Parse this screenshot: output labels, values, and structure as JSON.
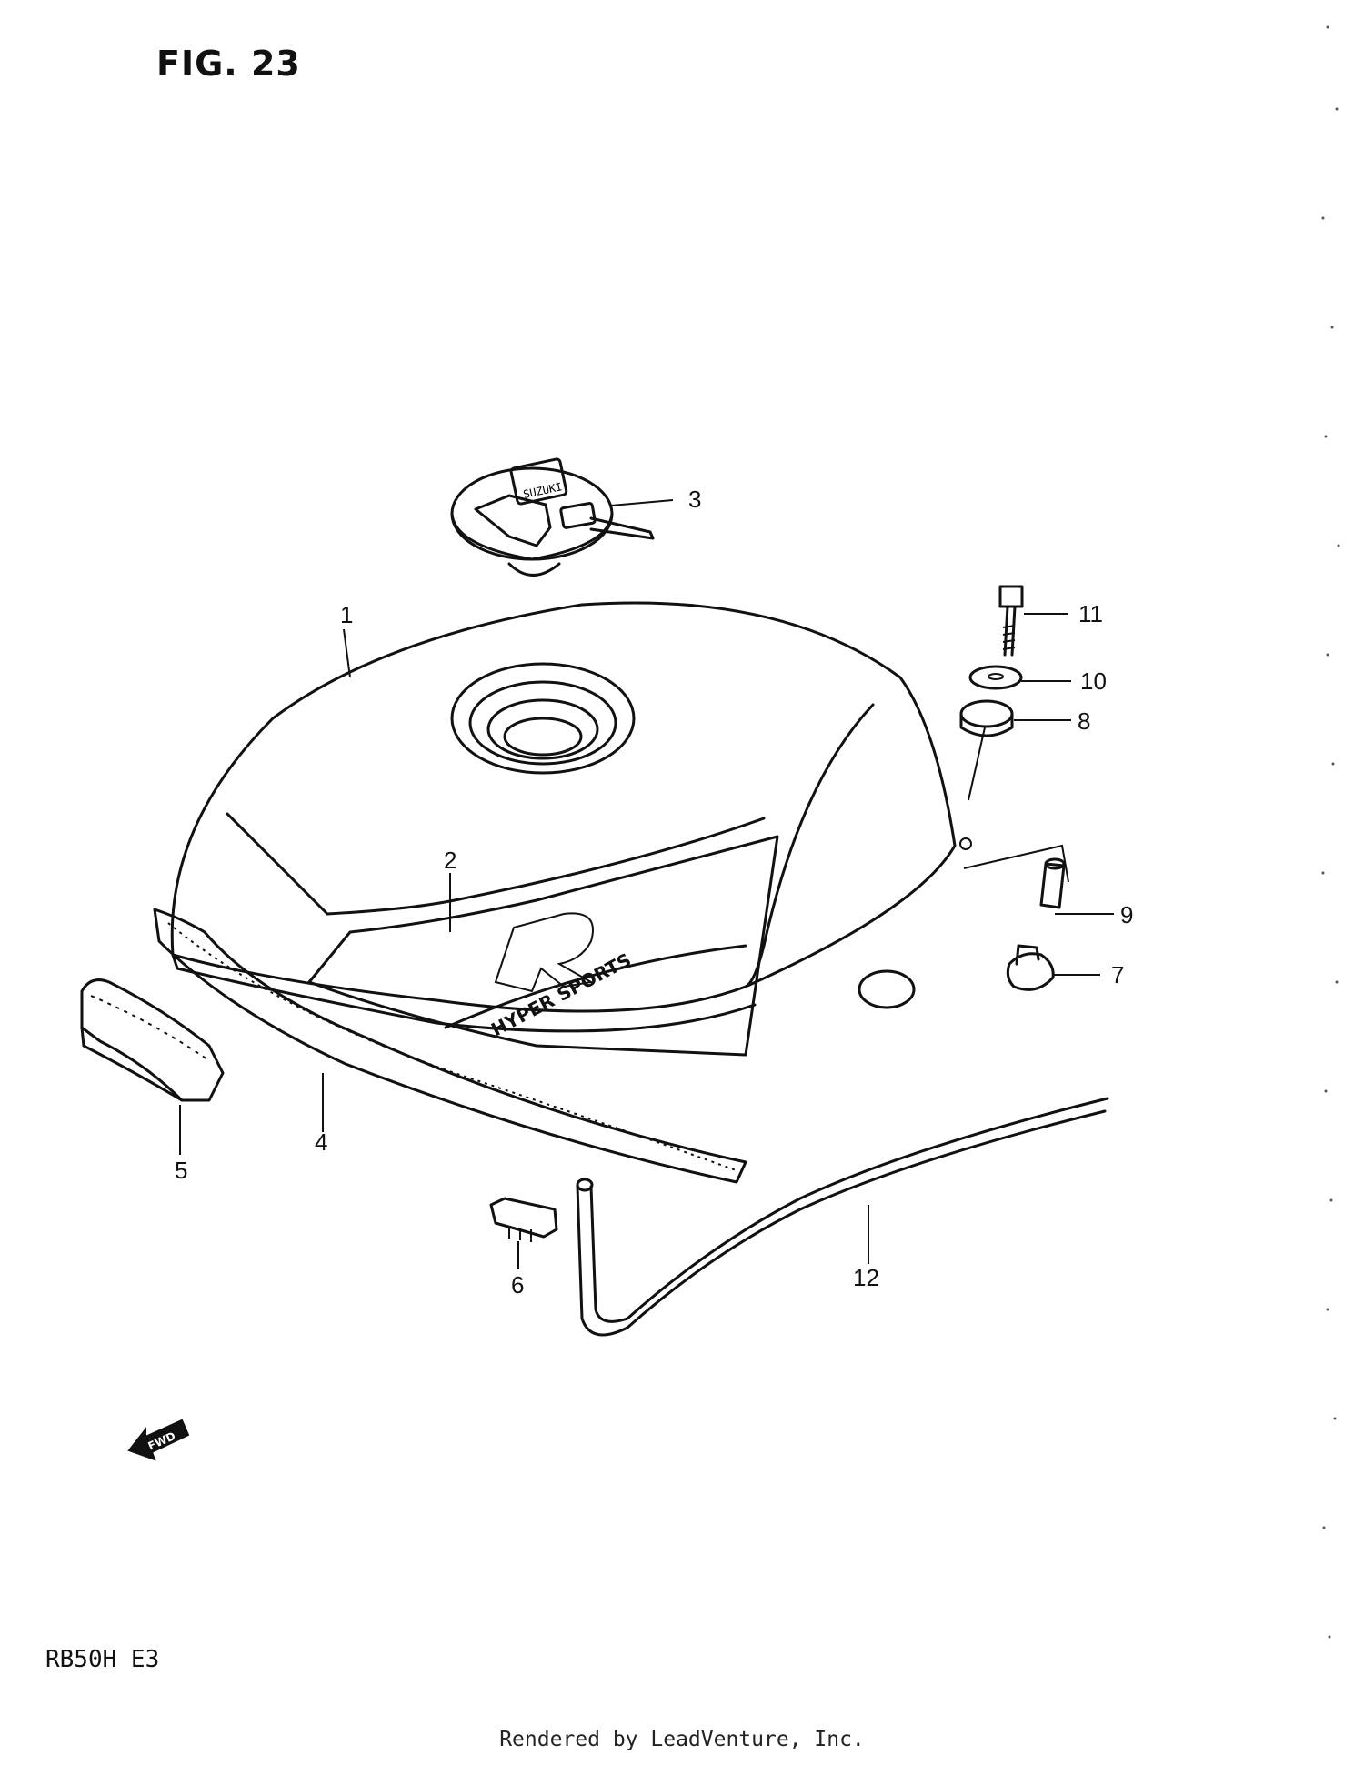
{
  "figure": {
    "title": "FIG. 23"
  },
  "diagram": {
    "decal_text": "HYPER SPORTS",
    "cap_brand": "SUZUKI",
    "fwd_label": "FWD",
    "callouts": [
      "1",
      "2",
      "3",
      "4",
      "5",
      "6",
      "7",
      "8",
      "9",
      "10",
      "11",
      "12"
    ]
  },
  "model_code": "RB50H E3",
  "footer": "Rendered by LeadVenture, Inc."
}
